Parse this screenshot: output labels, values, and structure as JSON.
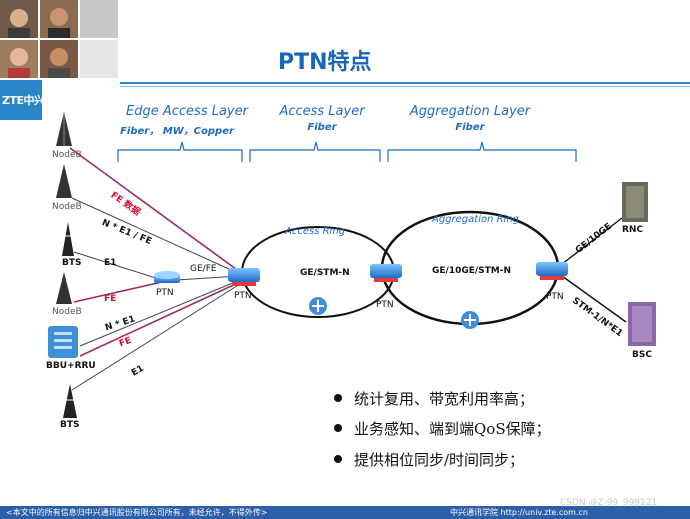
{
  "title": "PTN特点",
  "logo": "ZTE中兴",
  "layers": [
    {
      "name": "Edge Access Layer",
      "medium": "Fiber，  MW，Copper"
    },
    {
      "name": "Access Layer",
      "medium": "Fiber"
    },
    {
      "name": "Aggregation Layer",
      "medium": "Fiber"
    }
  ],
  "rings": {
    "access": "Access Ring",
    "access_rate": "GE/STM-N",
    "aggregation": "Aggregation Ring",
    "aggregation_rate": "GE/10GE/STM-N"
  },
  "nodes": {
    "nodeb1": "NodeB",
    "nodeb2": "NodeB",
    "bts1": "BTS",
    "nodeb3": "NodeB",
    "bbu": "BBU+RRU",
    "bts2": "BTS",
    "ptn_small": "PTN",
    "ptn1": "PTN",
    "ptn2": "PTN",
    "ptn3": "PTN",
    "rnc": "RNC",
    "bsc": "BSC"
  },
  "links": {
    "fe_data": "FE 数据",
    "ne1fe": "N * E1 / FE",
    "e1_a": "E1",
    "gefe": "GE/FE",
    "fe_a": "FE",
    "ne1": "N * E1",
    "fe_b": "FE",
    "e1_b": "E1",
    "ge10ge": "GE/10GE",
    "stm1": "STM-1/N*E1"
  },
  "bullets": [
    "统计复用、带宽利用率高；",
    "业务感知、端到端QoS保障；",
    "提供相位同步/时间同步；"
  ],
  "footer": {
    "left": "<本文中的所有信息归中兴通讯股份有限公司所有，未经允许，不得外传>",
    "right": "中兴通讯学院   http://univ.zte.com.cn",
    "watermark": "CSDN @Z-99_999121"
  },
  "colors": {
    "accent": "#1b64b8",
    "red": "#d0103a",
    "footer": "#2b5fa9"
  }
}
